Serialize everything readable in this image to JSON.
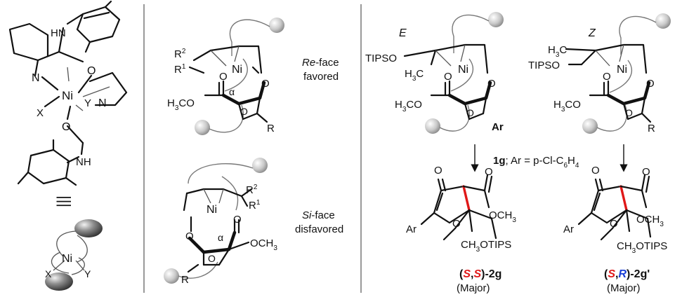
{
  "panel_left": {
    "atom_Ni": "Ni",
    "atom_O": "O",
    "atom_N": "N",
    "atom_X": "X",
    "atom_Y": "Y",
    "nh_label": "NH",
    "hn_label": "HN",
    "equiv_symbol": "|||"
  },
  "panel_middle": {
    "re_face_prefix": "Re",
    "re_face_suffix": "-face",
    "re_face_note": "favored",
    "si_face_prefix": "Si",
    "si_face_suffix": "-face",
    "si_face_note": "disfavored",
    "r1": "R",
    "r1_sup": "1",
    "r2": "R",
    "r2_sup": "2",
    "r": "R",
    "alpha": "α",
    "h3co": "H",
    "h3co_sub": "3",
    "h3co_tail": "CO",
    "och3": "OCH",
    "och3_sub": "3"
  },
  "panel_right": {
    "e_label": "E",
    "z_label": "Z",
    "tipso": "TIPSO",
    "h3c": "H",
    "h3c_sub": "3",
    "h3c_tail": "C",
    "ar": "Ar",
    "r": "R",
    "substrate_id": "1g",
    "substrate_def": "; Ar = p-Cl-C",
    "substrate_sub1": "6",
    "substrate_tail": "H",
    "substrate_sub2": "4",
    "och3": "OCH",
    "och3_sub": "3",
    "ch3_otips": "CH",
    "ch3_otips_sub": "3",
    "ch3_otips_tail": "OTIPS",
    "product1_s1": "S",
    "product1_comma": ",",
    "product1_s2": "S",
    "product1_id": "-2g",
    "product1_note": "(Major)",
    "product2_s1": "S",
    "product2_comma": ",",
    "product2_s2": "R",
    "product2_id": "-2g'",
    "product2_note": "(Major)"
  },
  "colors": {
    "stereo_s": "#e01818",
    "stereo_r": "#1a3fd6",
    "highlight_bond": "#e01818",
    "sphere_light": "#c9c9c9",
    "sphere_dark": "#5a5a5a"
  }
}
